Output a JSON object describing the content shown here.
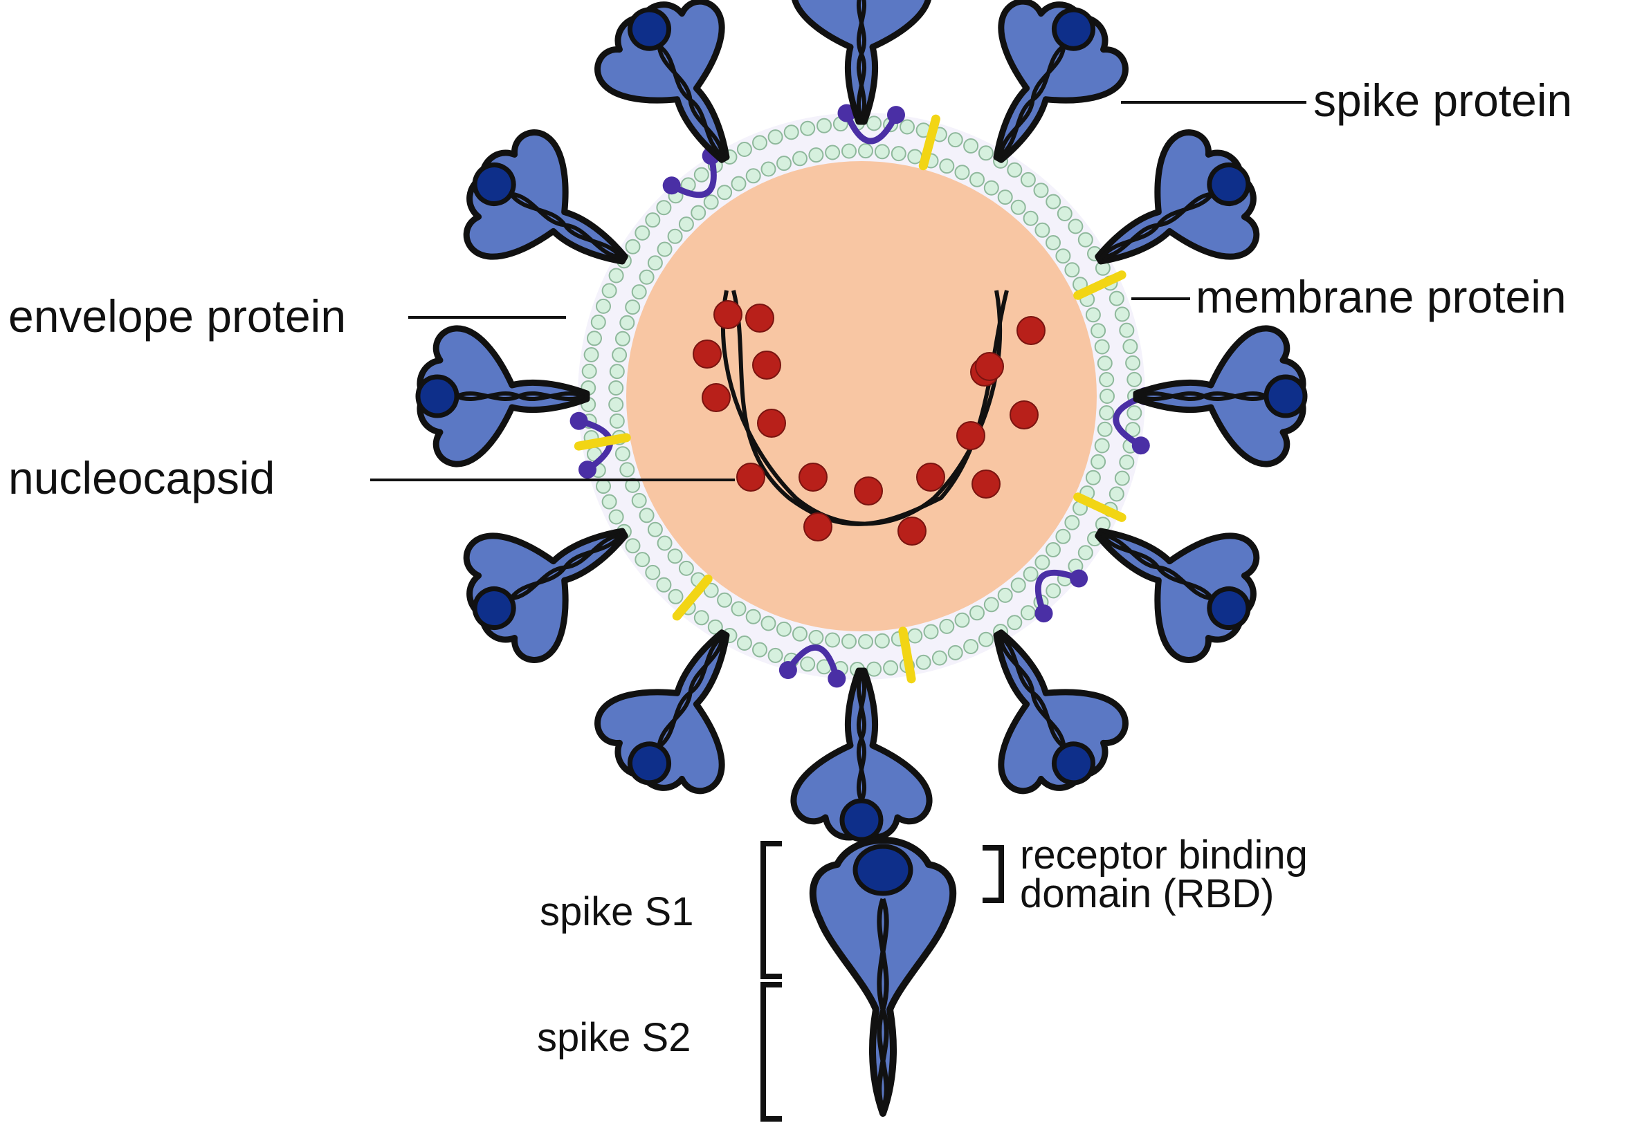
{
  "labels": {
    "spike_protein": "spike protein",
    "membrane_protein": "membrane protein",
    "envelope_protein": "envelope protein",
    "nucleocapsid": "nucleocapsid",
    "spike_s1": "spike S1",
    "spike_s2": "spike S2",
    "rbd_line1": "receptor binding",
    "rbd_line2": "domain (RBD)"
  },
  "colors": {
    "spike_fill": "#5b78c4",
    "spike_rbd": "#0e2f8a",
    "outline": "#111111",
    "capsid_fill": "#f8c6a3",
    "membrane_fill": "#f4f2fb",
    "lipid_bead": "#d6f0de",
    "envelope_protein": "#f2d514",
    "membrane_protein": "#4a2fa5",
    "nucleoprotein": "#b8201a"
  },
  "icons": {
    "spike": "spike-glycoprotein-icon",
    "membrane": "membrane-protein-icon",
    "envelope": "envelope-protein-icon",
    "nucleoprotein": "nucleoprotein-bead-icon"
  }
}
